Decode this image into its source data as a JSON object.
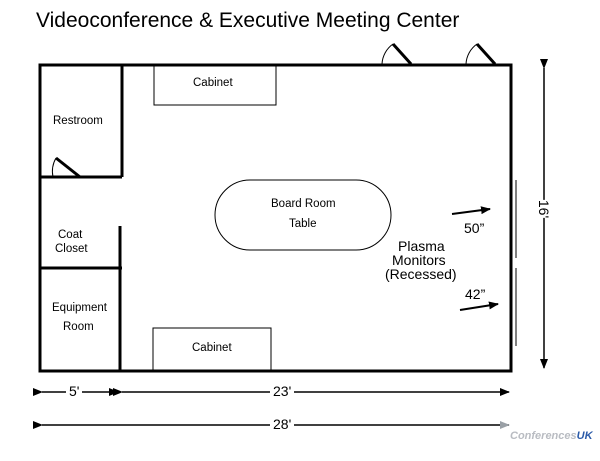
{
  "title": "Videoconference & Executive Meeting Center",
  "rooms": {
    "restroom": "Restroom",
    "coat_closet": [
      "Coat",
      "Closet"
    ],
    "equipment_room": [
      "Equipment",
      "Room"
    ]
  },
  "furniture": {
    "cabinet_top": "Cabinet",
    "cabinet_bottom": "Cabinet",
    "table": [
      "Board Room",
      "Table"
    ]
  },
  "monitors": {
    "label": [
      "Plasma",
      "Monitors",
      "(Recessed)"
    ],
    "size_1": "50”",
    "size_2": "42”"
  },
  "dimensions": {
    "left": "5'",
    "middle": "23'",
    "total": "28'",
    "height": "16'"
  },
  "logo": {
    "main": "Conferences",
    "suffix": "UK"
  }
}
